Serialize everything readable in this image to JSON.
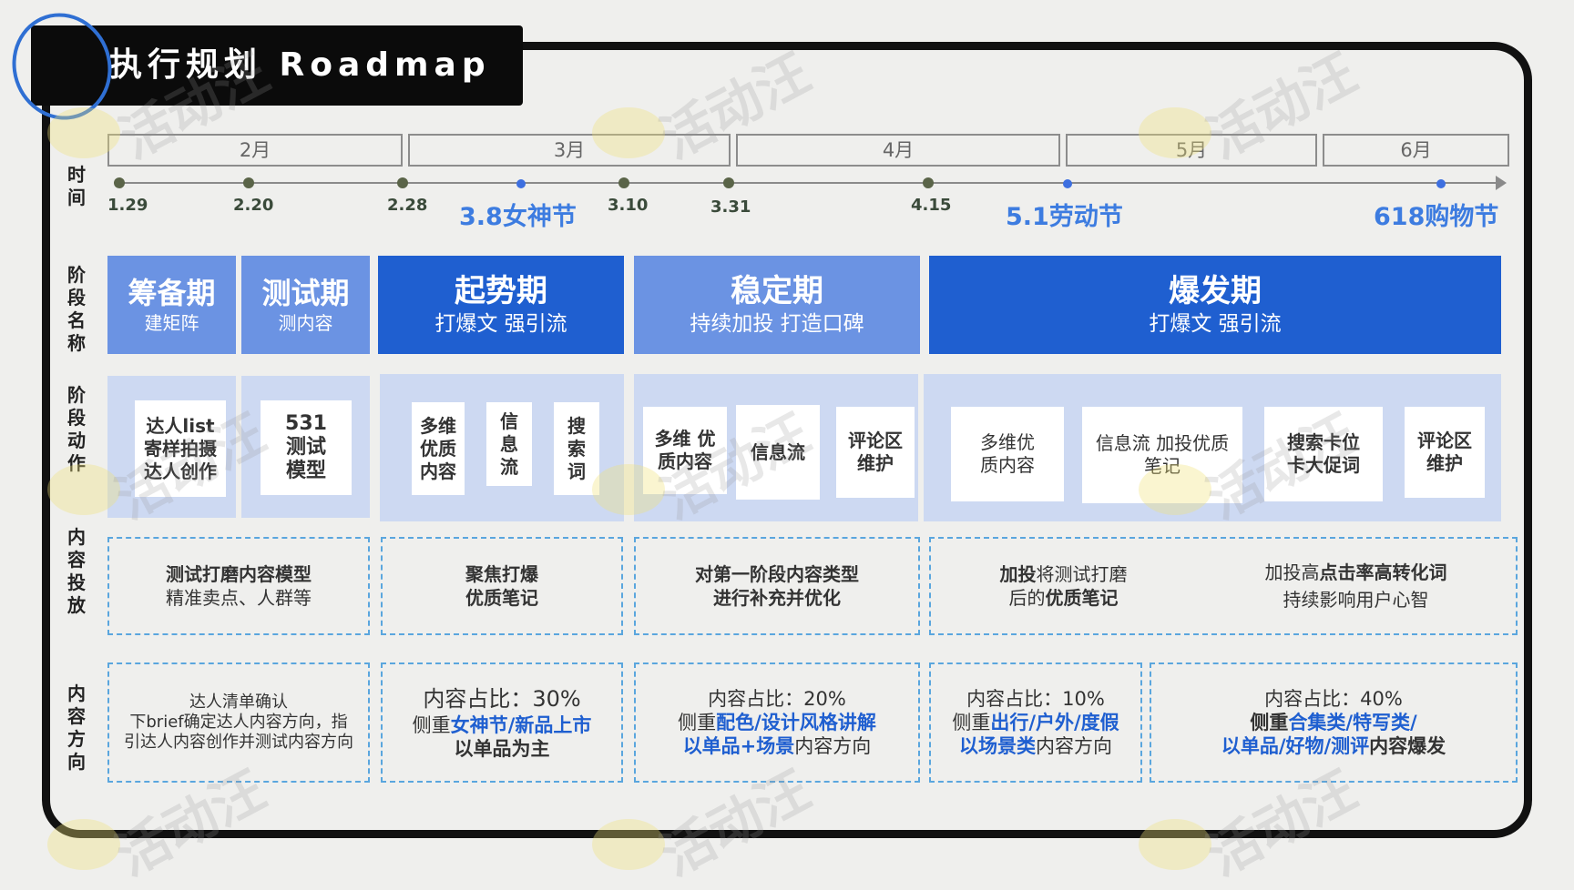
{
  "title": "执行规划 Roadmap",
  "row_labels": {
    "time": "时间",
    "phase_name": "阶段名称",
    "phase_action": "阶段动作",
    "content_delivery": "内容投放",
    "content_direction": "内容方向"
  },
  "months": [
    "2月",
    "3月",
    "4月",
    "5月",
    "6月"
  ],
  "dates": [
    "1.29",
    "2.20",
    "2.28",
    "3.10",
    "3.31",
    "4.15"
  ],
  "festivals": [
    "3.8女神节",
    "5.1劳动节",
    "618购物节"
  ],
  "phases": [
    {
      "name": "筹备期",
      "sub": "建矩阵"
    },
    {
      "name": "测试期",
      "sub": "测内容"
    },
    {
      "name": "起势期",
      "sub": "打爆文 强引流"
    },
    {
      "name": "稳定期",
      "sub": "持续加投 打造口碑"
    },
    {
      "name": "爆发期",
      "sub": "打爆文 强引流"
    }
  ],
  "actions": {
    "prep": "达人list 寄样拍摄 达人创作",
    "test": "531 测试 模型",
    "rise": [
      "多维 优质 内容",
      "信 息 流",
      "搜 索 词"
    ],
    "stable": [
      "多维 优质内容",
      "信息流",
      "评论区 维护"
    ],
    "burst": [
      "多维优 质内容",
      "信息流 加投优质笔记",
      "搜索卡位 卡大促词",
      "评论区 维护"
    ]
  },
  "delivery": {
    "d1_line1": "测试打磨内容模型",
    "d1_line2": "精准卖点、人群等",
    "d2_line1": "聚焦打爆",
    "d2_line2": "优质笔记",
    "d3_line1": "对第一阶段内容类型",
    "d3_line2": "进行补充并优化",
    "d4_a": "加投",
    "d4_b": "将测试打磨",
    "d4_c": "后的",
    "d4_d": "优质笔记",
    "d5_a": "加投高",
    "d5_b": "点击率高转化词",
    "d5_c": "持续影响用户心智"
  },
  "direction": {
    "c1_line1": "达人清单确认",
    "c1_line2": "下brief确定达人内容方向，指引达人内容创作并测试内容方向",
    "c2_ratio": "内容占比：30%",
    "c2_a": "侧重",
    "c2_b": "女神节/新品上市",
    "c2_c": "以单品为主",
    "c3_ratio": "内容占比：20%",
    "c3_a": "侧重",
    "c3_b": "配色/设计风格讲解",
    "c3_c": "以单品+场景",
    "c3_d": "内容方向",
    "c4_ratio": "内容占比：10%",
    "c4_a": "侧重",
    "c4_b": "出行/户外/度假",
    "c4_c": "以场景类",
    "c4_d": "内容方向",
    "c5_ratio": "内容占比：40%",
    "c5_a": "侧重",
    "c5_b": "合集类/特写类/",
    "c5_c": "以单品/好物/测评",
    "c5_d": "内容爆发"
  },
  "watermark": "活动汪",
  "colors": {
    "phase_light": "#6b93e3",
    "phase_dark": "#1f5fd0",
    "accent_blue": "#3d7ce0",
    "dash_blue": "#5aa6de"
  }
}
